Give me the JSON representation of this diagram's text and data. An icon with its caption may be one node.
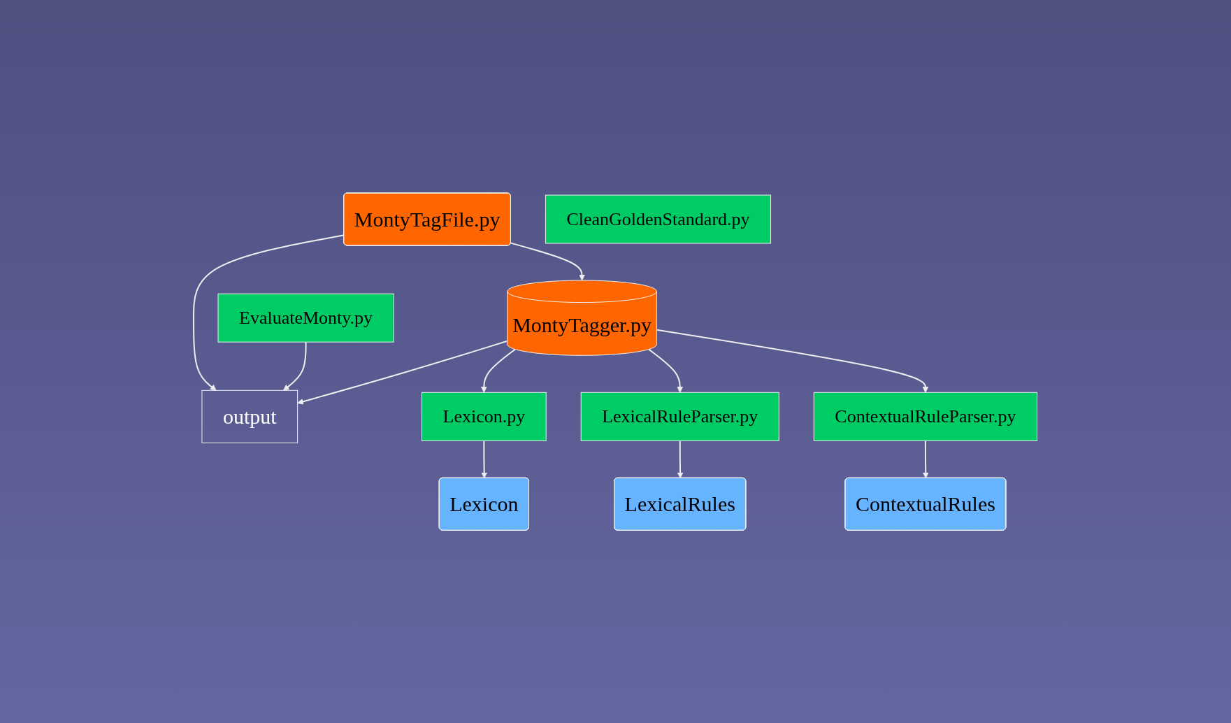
{
  "diagram": {
    "nodes": [
      {
        "text": [
          "output"
        ]
      },
      {
        "text": [
          "MontyTagger.py"
        ]
      },
      {
        "text": [
          "MontyTagFile.py"
        ]
      },
      {
        "text": [
          "EvaluateMonty.py"
        ]
      },
      {
        "text": [
          "CleanGoldenStandard.py"
        ]
      },
      {
        "text": [
          "Lexicon.py"
        ]
      },
      {
        "text": [
          "LexicalRuleParser.py"
        ]
      },
      {
        "text": [
          "ContextualRuleParser.py"
        ]
      },
      {
        "text": [
          "Lexicon"
        ]
      },
      {
        "text": [
          "LexicalRules"
        ]
      },
      {
        "text": [
          "ContextualRules"
        ]
      }
    ],
    "edges": [
      {
        "from": 1,
        "to": 0,
        "arrow": "to"
      },
      {
        "from": 2,
        "to": 0,
        "arrow": "to"
      },
      {
        "from": 3,
        "to": 0,
        "arrow": "to"
      },
      {
        "from": 2,
        "to": 1,
        "arrow": "to"
      },
      {
        "from": 1,
        "to": 5,
        "arrow": "to"
      },
      {
        "from": 1,
        "to": 6,
        "arrow": "to"
      },
      {
        "from": 1,
        "to": 7,
        "arrow": "to"
      },
      {
        "from": 5,
        "to": 8,
        "arrow": "to"
      },
      {
        "from": 6,
        "to": 9,
        "arrow": "to"
      },
      {
        "from": 7,
        "to": 10,
        "arrow": "to"
      }
    ]
  }
}
